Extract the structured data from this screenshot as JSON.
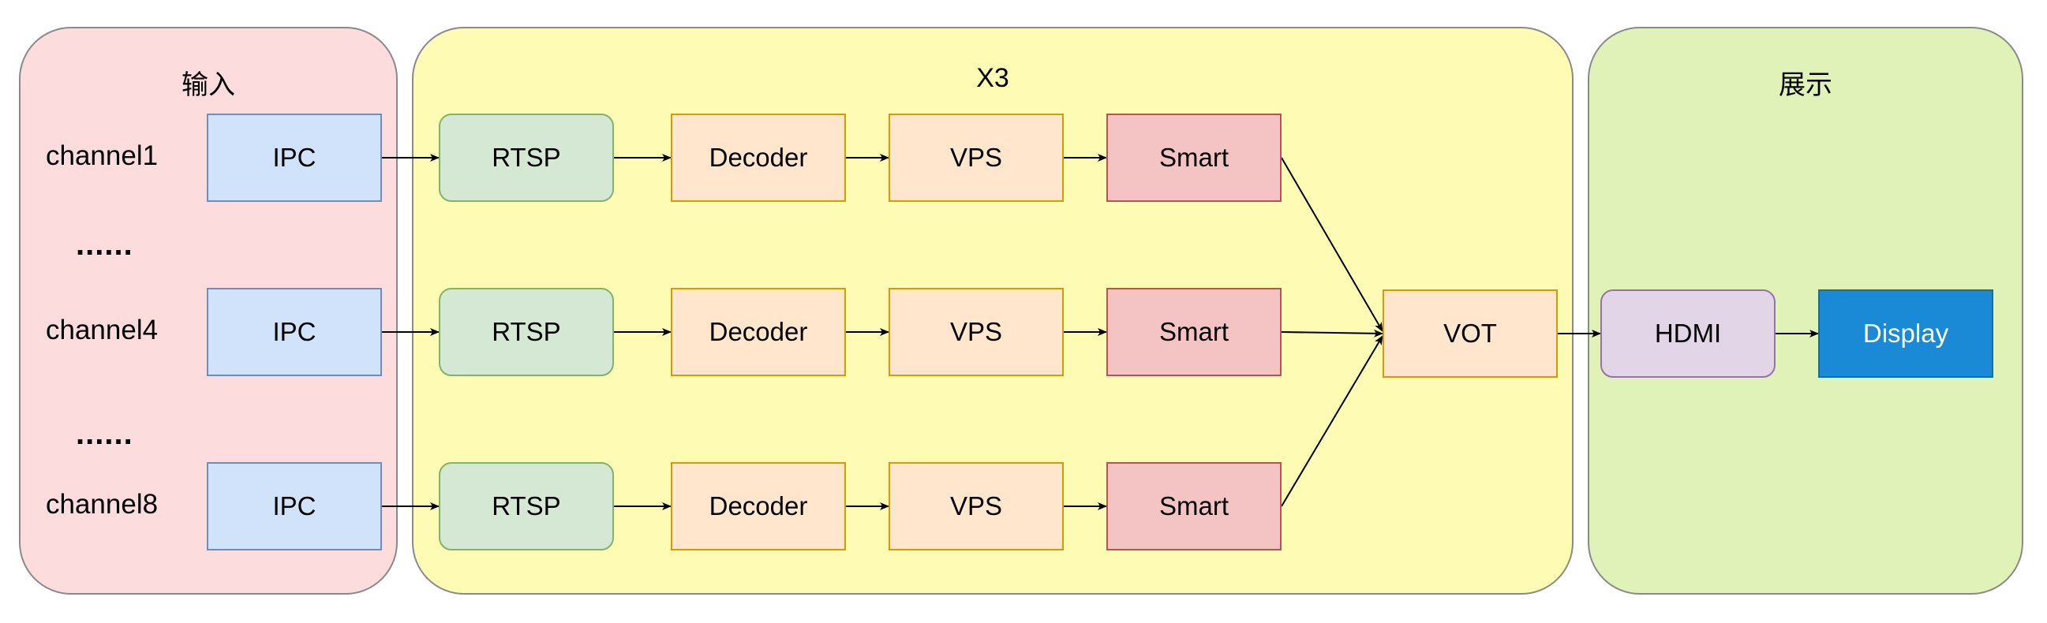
{
  "groups": {
    "input": {
      "title": "输入",
      "color": "#fddcde"
    },
    "x3": {
      "title": "X3",
      "color": "#fefbb4"
    },
    "display": {
      "title": "展示",
      "color": "#e1f2b9"
    }
  },
  "channels": [
    {
      "label": "channel1",
      "ipc": "IPC",
      "rtsp": "RTSP",
      "decoder": "Decoder",
      "vps": "VPS",
      "smart": "Smart"
    },
    {
      "label": "channel4",
      "ipc": "IPC",
      "rtsp": "RTSP",
      "decoder": "Decoder",
      "vps": "VPS",
      "smart": "Smart"
    },
    {
      "label": "channel8",
      "ipc": "IPC",
      "rtsp": "RTSP",
      "decoder": "Decoder",
      "vps": "VPS",
      "smart": "Smart"
    }
  ],
  "ellipsis": "......",
  "vot": "VOT",
  "hdmi": "HDMI",
  "display_box": "Display"
}
